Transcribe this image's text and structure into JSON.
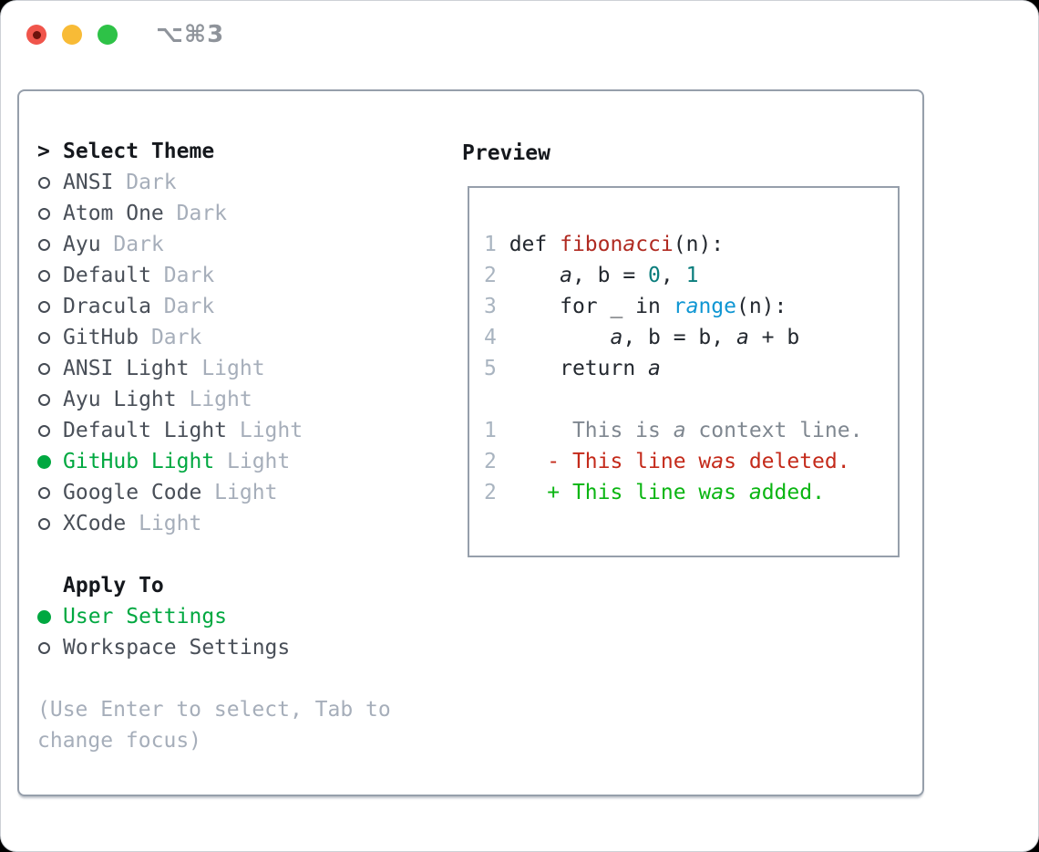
{
  "titlebar": {
    "title": "⌥⌘3",
    "controls": [
      "close",
      "minimize",
      "zoom"
    ]
  },
  "colors": {
    "header_fg": "#15181d",
    "item_fg": "#494f58",
    "muted": "#a6aeba",
    "sel_green": "#00a840",
    "radio_ring": "#454b54",
    "border": "#969fab",
    "line_num": "#a9b4c0",
    "code_fg": "#23282f",
    "func_red": "#b02a21",
    "num_teal": "#0a7d7c",
    "builtin_blue": "#0f96d3",
    "ctx_gray": "#7f8790",
    "del_red": "#c42a1a",
    "add_green": "#0ab512",
    "traffic_red": "#f0554b",
    "traffic_red_dot": "#6e130c",
    "traffic_yellow": "#f8bb36",
    "traffic_green": "#2ec247",
    "title_gray": "#8f949b"
  },
  "theme_list": {
    "header": {
      "prefix": ">",
      "label": "Select Theme"
    },
    "items": [
      {
        "name": "ANSI",
        "variant": "Dark",
        "selected": false
      },
      {
        "name": "Atom One",
        "variant": "Dark",
        "selected": false
      },
      {
        "name": "Ayu",
        "variant": "Dark",
        "selected": false
      },
      {
        "name": "Default",
        "variant": "Dark",
        "selected": false
      },
      {
        "name": "Dracula",
        "variant": "Dark",
        "selected": false
      },
      {
        "name": "GitHub",
        "variant": "Dark",
        "selected": false
      },
      {
        "name": "ANSI Light",
        "variant": "Light",
        "selected": false
      },
      {
        "name": "Ayu Light",
        "variant": "Light",
        "selected": false
      },
      {
        "name": "Default Light",
        "variant": "Light",
        "selected": false
      },
      {
        "name": "GitHub Light",
        "variant": "Light",
        "selected": true
      },
      {
        "name": "Google Code",
        "variant": "Light",
        "selected": false
      },
      {
        "name": "XCode",
        "variant": "Light",
        "selected": false
      }
    ]
  },
  "apply_to": {
    "header": "Apply To",
    "options": [
      {
        "name": "User Settings",
        "selected": true
      },
      {
        "name": "Workspace Settings",
        "selected": false
      }
    ]
  },
  "hint_lines": [
    "(Use Enter to select, Tab to",
    "change focus)"
  ],
  "preview": {
    "title": "Preview",
    "lines": [
      {
        "kind": "code",
        "num": "1",
        "tokens": [
          {
            "t": "def ",
            "c": "fg"
          },
          {
            "t": "fibonacci",
            "c": "func"
          },
          {
            "t": "(n):",
            "c": "fg"
          }
        ]
      },
      {
        "kind": "code",
        "num": "2",
        "tokens": [
          {
            "t": "    a, b = ",
            "c": "fg"
          },
          {
            "t": "0",
            "c": "num"
          },
          {
            "t": ", ",
            "c": "fg"
          },
          {
            "t": "1",
            "c": "num"
          }
        ]
      },
      {
        "kind": "code",
        "num": "3",
        "tokens": [
          {
            "t": "    for _ in ",
            "c": "fg"
          },
          {
            "t": "range",
            "c": "builtin"
          },
          {
            "t": "(n):",
            "c": "fg"
          }
        ]
      },
      {
        "kind": "code",
        "num": "4",
        "tokens": [
          {
            "t": "        a, b = b, a + b",
            "c": "fg"
          }
        ]
      },
      {
        "kind": "code",
        "num": "5",
        "tokens": [
          {
            "t": "    return a",
            "c": "fg"
          }
        ]
      },
      {
        "kind": "blank",
        "num": "",
        "tokens": []
      },
      {
        "kind": "context",
        "num": "1",
        "tokens": [
          {
            "t": "     This is a context line.",
            "c": "ctx"
          }
        ]
      },
      {
        "kind": "deleted",
        "num": "2",
        "tokens": [
          {
            "t": "   - This line was deleted.",
            "c": "del"
          }
        ]
      },
      {
        "kind": "added",
        "num": "2",
        "tokens": [
          {
            "t": "   + This line was added.",
            "c": "add"
          }
        ]
      }
    ]
  }
}
